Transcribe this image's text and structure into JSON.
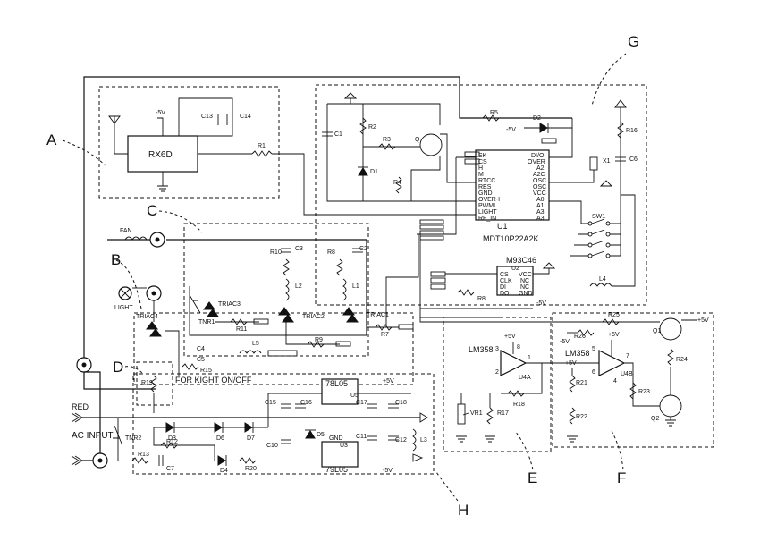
{
  "callouts": {
    "A": "A",
    "B": "B",
    "C": "C",
    "D": "D",
    "E": "E",
    "F": "F",
    "G": "G",
    "H": "H"
  },
  "blocks": {
    "rx": "RX6D",
    "mcu": "MDT10P22A2K",
    "mcu_ref": "U1",
    "eeprom": "M93C46",
    "eeprom_ref": "U2",
    "reg_pos": "78L05",
    "reg_neg": "79L05",
    "reg_pos_ref": "U5",
    "reg_neg_ref": "U3",
    "opamp_e": "LM358",
    "opamp_f": "LM358",
    "opamp_e_ref": "U4A",
    "opamp_f_ref": "U4B"
  },
  "labels": {
    "fan": "FAN",
    "light": "LIGHT",
    "light_onoff": "FOR KIGHT ON/OFF",
    "ac_input": "AC INPUT",
    "red": "RED",
    "sw1": "SW1",
    "x1": "X1",
    "tnr1": "TNR1",
    "tnr2": "TNR2",
    "gnd": "GND",
    "vr1": "VR1",
    "plus5v": "+5V",
    "minus5v": "-5V"
  },
  "refs": {
    "triac1": "TRIAC1",
    "triac2": "TRIAC2",
    "triac3": "TRIAC3",
    "triac4": "TRIAC4",
    "r1": "R1",
    "r2": "R2",
    "r3": "R3",
    "r4": "R4",
    "r5": "R5",
    "r7": "R7",
    "r8": "R8",
    "r9": "R9",
    "r10": "R10",
    "r11": "R11",
    "r12": "R12",
    "r13": "R13",
    "r15": "R15",
    "r16": "R16",
    "r17": "R17",
    "r18": "R18",
    "r19": "R19",
    "r20": "R20",
    "r21": "R21",
    "r22": "R22",
    "r23": "R23",
    "r24": "R24",
    "r25": "R25",
    "r26": "R26",
    "c1": "C1",
    "c2": "C2",
    "c3": "C3",
    "c4": "C4",
    "c5": "C5",
    "c6": "C6",
    "c7": "C7",
    "c10": "C10",
    "c11": "C11",
    "c12": "C12",
    "c13": "C13",
    "c14": "C14",
    "c15": "C15",
    "c16": "C16",
    "c17": "C17",
    "c18": "C18",
    "d1": "D1",
    "d2": "D2",
    "d3": "D3",
    "d4": "D4",
    "d5": "D5",
    "d6": "D6",
    "d7": "D7",
    "l1": "L1",
    "l2": "L2",
    "l3": "L3",
    "l4": "L4",
    "l5": "L5",
    "q1": "Q1",
    "q2": "Q2",
    "q3": "Q"
  },
  "mcu_pins_left": [
    "SK",
    "CS",
    "H",
    "M",
    "RTCC",
    "RES",
    "GND",
    "OVER-I",
    "PWMI",
    "LIGHT",
    "RF_IN"
  ],
  "mcu_pins_right": [
    "DI/O",
    "OVER",
    "A2",
    "A2C",
    "OSC",
    "OSC",
    "VCC",
    "A0",
    "A1",
    "A3",
    "A3"
  ],
  "eeprom_pins_left": [
    "CS",
    "CLK",
    "DI",
    "DO"
  ],
  "eeprom_pins_right": [
    "VCC",
    "NC",
    "NC",
    "GND"
  ],
  "opamp_pins": {
    "e_in_pos": "3",
    "e_in_neg": "2",
    "e_out": "1",
    "e_vcc": "8",
    "f_in_pos": "5",
    "f_in_neg": "6",
    "f_out": "7",
    "f_gnd": "4"
  }
}
